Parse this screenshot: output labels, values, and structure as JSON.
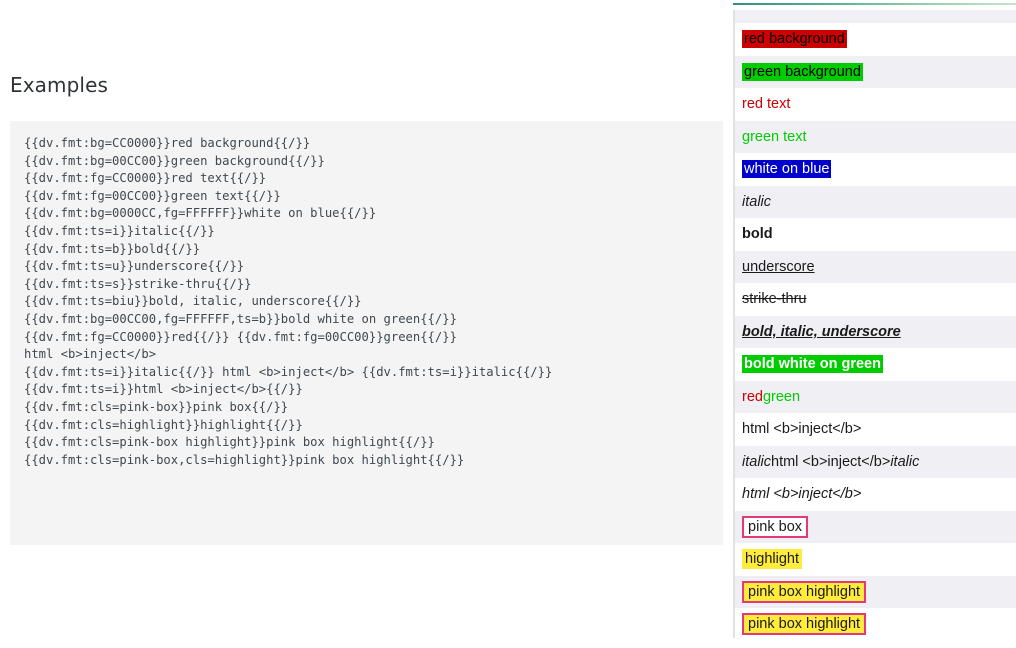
{
  "left": {
    "heading": "Examples",
    "code_lines": [
      "{{dv.fmt:bg=CC0000}}red background{{/}}",
      "{{dv.fmt:bg=00CC00}}green background{{/}}",
      "{{dv.fmt:fg=CC0000}}red text{{/}}",
      "{{dv.fmt:fg=00CC00}}green text{{/}}",
      "{{dv.fmt:bg=0000CC,fg=FFFFFF}}white on blue{{/}}",
      "{{dv.fmt:ts=i}}italic{{/}}",
      "{{dv.fmt:ts=b}}bold{{/}}",
      "{{dv.fmt:ts=u}}underscore{{/}}",
      "{{dv.fmt:ts=s}}strike-thru{{/}}",
      "{{dv.fmt:ts=biu}}bold, italic, underscore{{/}}",
      "{{dv.fmt:bg=00CC00,fg=FFFFFF,ts=b}}bold white on green{{/}}",
      "{{dv.fmt:fg=CC0000}}red{{/}} {{dv.fmt:fg=00CC00}}green{{/}}",
      "html <b>inject</b>",
      "{{dv.fmt:ts=i}}italic{{/}} html <b>inject</b> {{dv.fmt:ts=i}}italic{{/}}",
      "{{dv.fmt:ts=i}}html <b>inject</b>{{/}}",
      "{{dv.fmt:cls=pink-box}}pink box{{/}}",
      "{{dv.fmt:cls=highlight}}highlight{{/}}",
      "{{dv.fmt:cls=pink-box highlight}}pink box highlight{{/}}",
      "{{dv.fmt:cls=pink-box,cls=highlight}}pink box highlight{{/}}"
    ]
  },
  "preview": {
    "rows": [
      {
        "id": "spacer-row",
        "runs": []
      },
      {
        "id": "red-background",
        "runs": [
          {
            "text": "red background",
            "style": "bg-red"
          }
        ]
      },
      {
        "id": "green-background",
        "runs": [
          {
            "text": "green background",
            "style": "bg-green"
          }
        ]
      },
      {
        "id": "red-text",
        "runs": [
          {
            "text": "red text",
            "style": "fg-red"
          }
        ]
      },
      {
        "id": "green-text",
        "runs": [
          {
            "text": "green text",
            "style": "fg-green"
          }
        ]
      },
      {
        "id": "white-on-blue",
        "runs": [
          {
            "text": "white on blue",
            "style": "on-blue"
          }
        ]
      },
      {
        "id": "italic",
        "runs": [
          {
            "text": "italic",
            "style": "italic"
          }
        ]
      },
      {
        "id": "bold",
        "runs": [
          {
            "text": "bold",
            "style": "bold"
          }
        ]
      },
      {
        "id": "underscore",
        "runs": [
          {
            "text": "underscore",
            "style": "underline"
          }
        ]
      },
      {
        "id": "strike-thru",
        "runs": [
          {
            "text": "strike-thru",
            "style": "strike"
          }
        ]
      },
      {
        "id": "bold-italic-underscore",
        "runs": [
          {
            "text": "bold, italic, underscore",
            "style": "biu"
          }
        ]
      },
      {
        "id": "bold-white-on-green",
        "runs": [
          {
            "text": "bold white on green",
            "style": "bold-white-green"
          }
        ]
      },
      {
        "id": "red-green",
        "runs": [
          {
            "text": "red",
            "style": "fg-red"
          },
          {
            "text": " ",
            "style": "plain"
          },
          {
            "text": "green",
            "style": "fg-green"
          }
        ]
      },
      {
        "id": "html-inject",
        "runs": [
          {
            "text": "html <b>inject</b>",
            "style": "plain"
          }
        ]
      },
      {
        "id": "italic-html-inject-italic",
        "runs": [
          {
            "text": "italic",
            "style": "italic"
          },
          {
            "text": " html <b>inject</b> ",
            "style": "plain"
          },
          {
            "text": "italic",
            "style": "italic"
          }
        ]
      },
      {
        "id": "italic-html-inject",
        "runs": [
          {
            "text": "html <b>inject</b>",
            "style": "italic"
          }
        ]
      },
      {
        "id": "pink-box",
        "runs": [
          {
            "text": "pink box",
            "style": "pink-box"
          }
        ]
      },
      {
        "id": "highlight",
        "runs": [
          {
            "text": "highlight",
            "style": "highlight"
          }
        ]
      },
      {
        "id": "pink-box-highlight-1",
        "runs": [
          {
            "text": "pink box highlight",
            "style": "pink-high"
          }
        ]
      },
      {
        "id": "pink-box-highlight-2",
        "runs": [
          {
            "text": "pink box highlight",
            "style": "pink-high"
          }
        ]
      }
    ]
  },
  "colors": {
    "code_background": "#f4f4f4",
    "stripe": "#f0f0f4",
    "red": "#CC0000",
    "green": "#00CC00",
    "blue": "#0000CC",
    "white": "#FFFFFF",
    "pink_border": "#e5387a",
    "highlight_yellow": "#ffeb3b",
    "gradient_start": "#2a8f86",
    "gradient_end": "#c7e4c8"
  }
}
